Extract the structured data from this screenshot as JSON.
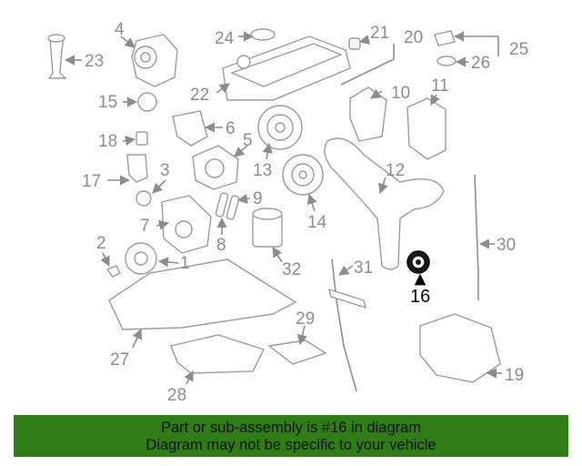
{
  "diagram": {
    "title": "Engine parts exploded diagram",
    "highlighted_part": "16",
    "callouts": [
      "1",
      "2",
      "3",
      "4",
      "5",
      "6",
      "7",
      "8",
      "9",
      "10",
      "11",
      "12",
      "13",
      "14",
      "15",
      "16",
      "17",
      "18",
      "19",
      "20",
      "21",
      "22",
      "23",
      "24",
      "25",
      "26",
      "27",
      "28",
      "29",
      "30",
      "31",
      "32"
    ]
  },
  "banner": {
    "line1": "Part or sub-assembly is #16 in diagram",
    "line2": "Diagram may not be specific to your vehicle",
    "color": "#2f7d14"
  }
}
